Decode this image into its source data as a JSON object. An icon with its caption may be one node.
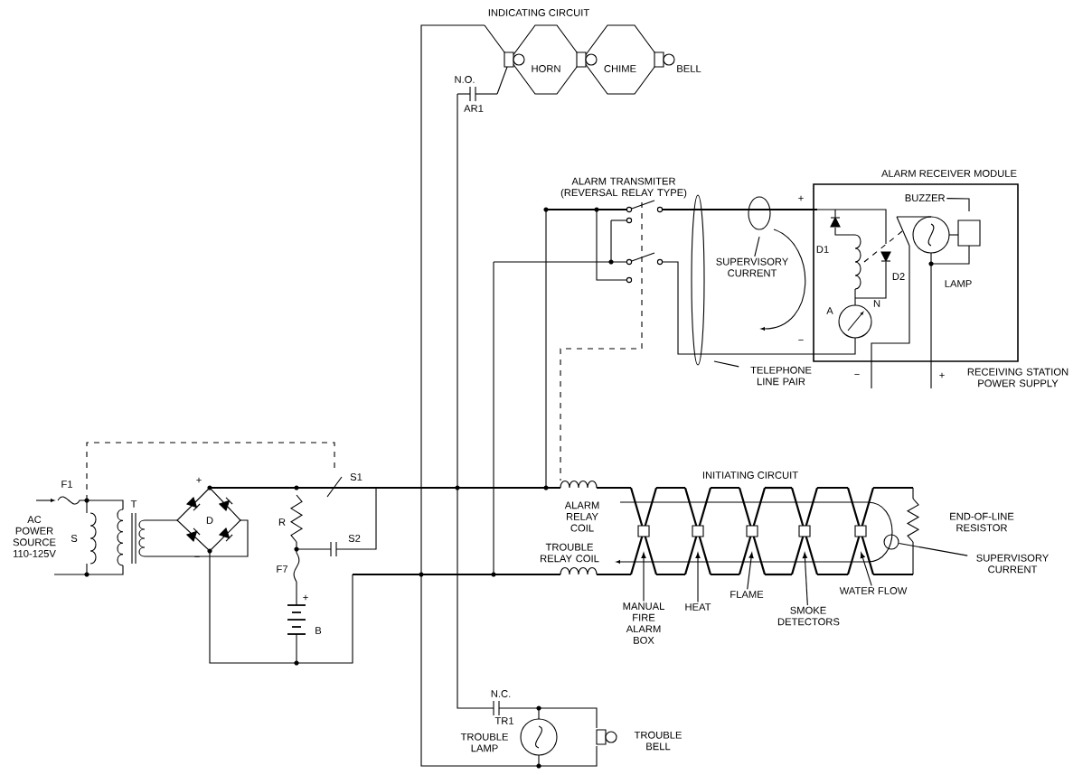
{
  "diagram": {
    "nodes": [
      {
        "text": [
          "ALARM RECEIVER MODULE"
        ]
      },
      {
        "text": [
          "BUZZER"
        ],
        "in": 0
      },
      {
        "text": [
          "SUPERVISORY CURRENT"
        ]
      },
      {
        "text": [
          "TELEPHONE LINE PAIR"
        ]
      },
      {
        "text": [
          "SUPERVISORY CURRENT"
        ]
      },
      {
        "text": [
          "MANUAL FIRE ALARM BOX"
        ]
      },
      {
        "text": [
          "HEAT"
        ]
      },
      {
        "text": [
          "FLAME"
        ]
      },
      {
        "text": [
          "SMOKE DETECTORS"
        ]
      },
      {
        "text": [
          "WATER FLOW"
        ]
      },
      {
        "text": [],
        "shape": "circle"
      }
    ],
    "edges": [
      {
        "from": 1,
        "to": null,
        "arrow": "none"
      },
      {
        "from": 2,
        "to": null,
        "arrow": "none"
      },
      {
        "from": 3,
        "to": null,
        "arrow": "none"
      },
      {
        "from": 4,
        "to": 10,
        "arrow": "none"
      },
      {
        "from": 5,
        "to": null,
        "arrow": "to"
      },
      {
        "from": 6,
        "to": null,
        "arrow": "to"
      },
      {
        "from": 7,
        "to": null,
        "arrow": "to"
      },
      {
        "from": 8,
        "to": null,
        "arrow": "to"
      },
      {
        "from": 9,
        "to": null,
        "arrow": "to"
      }
    ],
    "labels": [
      "INDICATING CIRCUIT",
      "HORN",
      "CHIME",
      "BELL",
      "N.O.",
      "AR1",
      "ALARM TRANSMITER (REVERSAL RELAY TYPE)",
      "+",
      "D1",
      "D2",
      "LAMP",
      "A",
      "N",
      "−",
      "−",
      "+",
      "RECEIVING STATION POWER SUPPLY",
      "F1",
      "T",
      "AC POWER SOURCE 110-125V",
      "S",
      "+",
      "D",
      "−",
      "R",
      "S1",
      "S2",
      "F7",
      "+",
      "B",
      "INITIATING CIRCUIT",
      "ALARM RELAY COIL",
      "TROUBLE RELAY COIL",
      "END-OF-LINE RESISTOR",
      "N.C.",
      "TR1",
      "TROUBLE LAMP",
      "TROUBLE BELL"
    ]
  }
}
